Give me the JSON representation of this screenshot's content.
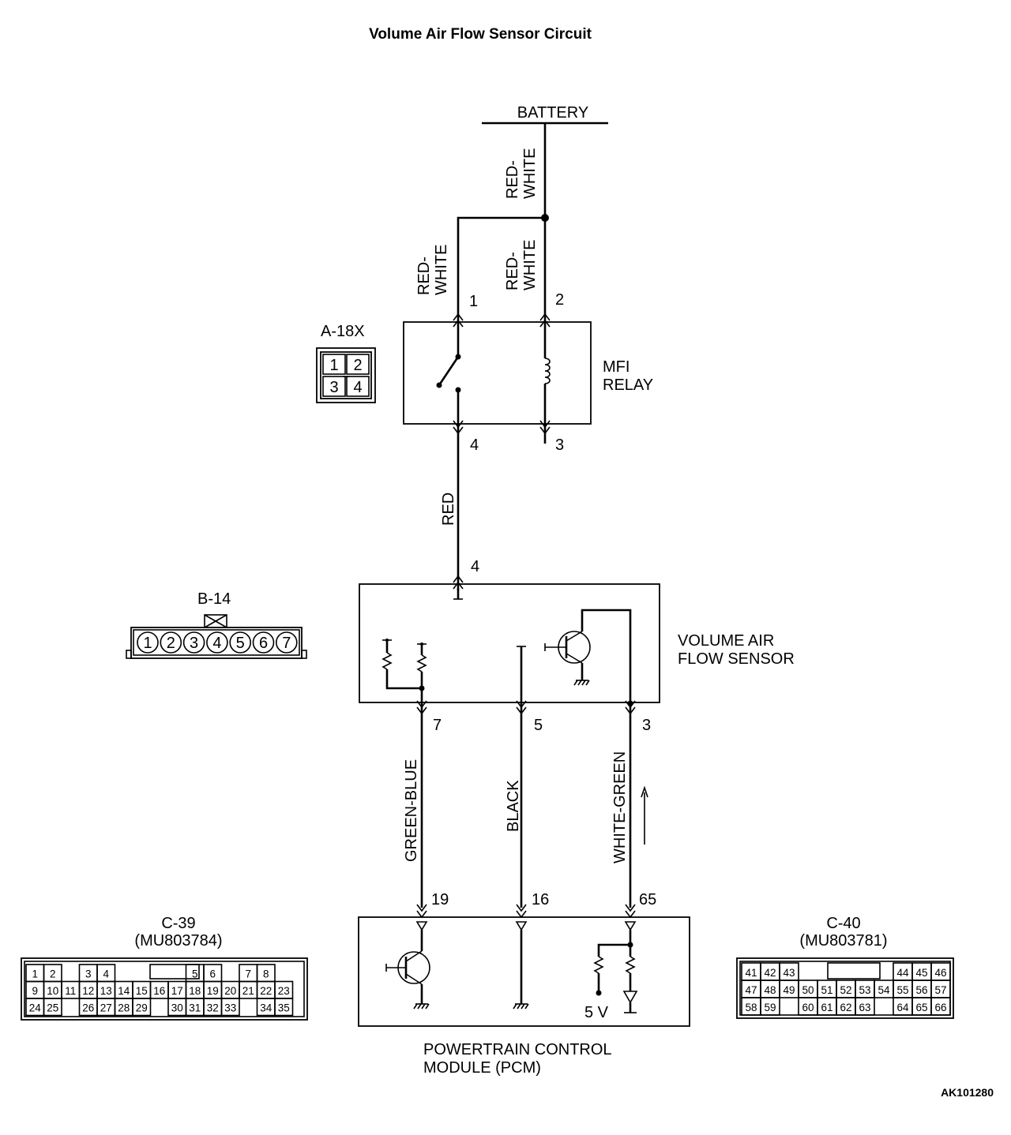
{
  "title": "Volume Air Flow Sensor Circuit",
  "figure_id": "AK101280",
  "battery_label": "BATTERY",
  "relay": {
    "label_line1": "MFI",
    "label_line2": "RELAY",
    "connector": "A-18X",
    "connector_pins": [
      "1",
      "2",
      "3",
      "4"
    ],
    "pins": {
      "p1": "1",
      "p2": "2",
      "p3": "3",
      "p4": "4"
    }
  },
  "sensor": {
    "label_line1": "VOLUME AIR",
    "label_line2": "FLOW SENSOR",
    "connector": "B-14",
    "connector_pins": [
      "1",
      "2",
      "3",
      "4",
      "5",
      "6",
      "7"
    ],
    "pins": {
      "p4": "4",
      "p7": "7",
      "p5": "5",
      "p3": "3"
    }
  },
  "pcm": {
    "label_line1": "POWERTRAIN CONTROL",
    "label_line2": "MODULE (PCM)",
    "pins": {
      "p19": "19",
      "p16": "16",
      "p65": "65"
    },
    "voltage": "5 V"
  },
  "wires": {
    "battery_feed_l1": "RED-",
    "battery_feed_l2": "WHITE",
    "relay1_l1": "RED-",
    "relay1_l2": "WHITE",
    "relay2_l1": "RED-",
    "relay2_l2": "WHITE",
    "relay_to_sensor": "RED",
    "sensor7": "GREEN-BLUE",
    "sensor5": "BLACK",
    "sensor3": "WHITE-GREEN"
  },
  "c39": {
    "name": "C-39",
    "part": "(MU803784)",
    "rows": [
      [
        "1",
        "2",
        "",
        "3",
        "4",
        "",
        "",
        "",
        "",
        "5",
        "6",
        "",
        "7",
        "8"
      ],
      [
        "9",
        "10",
        "11",
        "12",
        "13",
        "14",
        "15",
        "16",
        "17",
        "18",
        "19",
        "20",
        "21",
        "22",
        "23"
      ],
      [
        "24",
        "25",
        "",
        "26",
        "27",
        "28",
        "29",
        "",
        "30",
        "31",
        "32",
        "33",
        "",
        "34",
        "35"
      ]
    ]
  },
  "c40": {
    "name": "C-40",
    "part": "(MU803781)",
    "rows": [
      [
        "41",
        "42",
        "43",
        "",
        "",
        "",
        "",
        "",
        "44",
        "45",
        "46"
      ],
      [
        "47",
        "48",
        "49",
        "50",
        "51",
        "52",
        "53",
        "54",
        "55",
        "56",
        "57"
      ],
      [
        "58",
        "59",
        "",
        "60",
        "61",
        "62",
        "63",
        "",
        "64",
        "65",
        "66"
      ]
    ]
  }
}
